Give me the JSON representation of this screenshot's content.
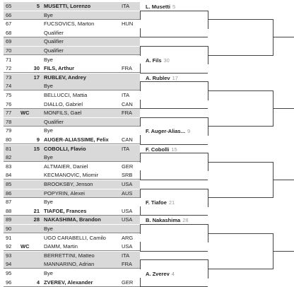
{
  "draw": [
    {
      "num": "65",
      "tag": "",
      "seed": "5",
      "name": "MUSETTI, Lorenzo",
      "ctry": "ITA",
      "seeded": true,
      "shade": true
    },
    {
      "num": "66",
      "tag": "",
      "seed": "",
      "name": "Bye",
      "ctry": "",
      "seeded": false,
      "shade": true
    },
    {
      "num": "67",
      "tag": "",
      "seed": "",
      "name": "FUCSOVICS, Marton",
      "ctry": "HUN",
      "seeded": false,
      "shade": false
    },
    {
      "num": "68",
      "tag": "",
      "seed": "",
      "name": "Qualifier",
      "ctry": "",
      "seeded": false,
      "shade": false
    },
    {
      "num": "69",
      "tag": "",
      "seed": "",
      "name": "Qualifier",
      "ctry": "",
      "seeded": false,
      "shade": true
    },
    {
      "num": "70",
      "tag": "",
      "seed": "",
      "name": "Qualifier",
      "ctry": "",
      "seeded": false,
      "shade": true
    },
    {
      "num": "71",
      "tag": "",
      "seed": "",
      "name": "Bye",
      "ctry": "",
      "seeded": false,
      "shade": false
    },
    {
      "num": "72",
      "tag": "",
      "seed": "30",
      "name": "FILS, Arthur",
      "ctry": "FRA",
      "seeded": true,
      "shade": false
    },
    {
      "num": "73",
      "tag": "",
      "seed": "17",
      "name": "RUBLEV, Andrey",
      "ctry": "",
      "seeded": true,
      "shade": true
    },
    {
      "num": "74",
      "tag": "",
      "seed": "",
      "name": "Bye",
      "ctry": "",
      "seeded": false,
      "shade": true
    },
    {
      "num": "75",
      "tag": "",
      "seed": "",
      "name": "BELLUCCI, Mattia",
      "ctry": "ITA",
      "seeded": false,
      "shade": false
    },
    {
      "num": "76",
      "tag": "",
      "seed": "",
      "name": "DIALLO, Gabriel",
      "ctry": "CAN",
      "seeded": false,
      "shade": false
    },
    {
      "num": "77",
      "tag": "WC",
      "seed": "",
      "name": "MONFILS, Gael",
      "ctry": "FRA",
      "seeded": false,
      "shade": true
    },
    {
      "num": "78",
      "tag": "",
      "seed": "",
      "name": "Qualifier",
      "ctry": "",
      "seeded": false,
      "shade": true
    },
    {
      "num": "79",
      "tag": "",
      "seed": "",
      "name": "Bye",
      "ctry": "",
      "seeded": false,
      "shade": false
    },
    {
      "num": "80",
      "tag": "",
      "seed": "9",
      "name": "AUGER-ALIASSIME, Felix",
      "ctry": "CAN",
      "seeded": true,
      "shade": false
    },
    {
      "num": "81",
      "tag": "",
      "seed": "15",
      "name": "COBOLLI, Flavio",
      "ctry": "ITA",
      "seeded": true,
      "shade": true
    },
    {
      "num": "82",
      "tag": "",
      "seed": "",
      "name": "Bye",
      "ctry": "",
      "seeded": false,
      "shade": true
    },
    {
      "num": "83",
      "tag": "",
      "seed": "",
      "name": "ALTMAIER, Daniel",
      "ctry": "GER",
      "seeded": false,
      "shade": false
    },
    {
      "num": "84",
      "tag": "",
      "seed": "",
      "name": "KECMANOVIC, Miomir",
      "ctry": "SRB",
      "seeded": false,
      "shade": false
    },
    {
      "num": "85",
      "tag": "",
      "seed": "",
      "name": "BROOKSBY, Jenson",
      "ctry": "USA",
      "seeded": false,
      "shade": true
    },
    {
      "num": "86",
      "tag": "",
      "seed": "",
      "name": "POPYRIN, Alexei",
      "ctry": "AUS",
      "seeded": false,
      "shade": true
    },
    {
      "num": "87",
      "tag": "",
      "seed": "",
      "name": "Bye",
      "ctry": "",
      "seeded": false,
      "shade": false
    },
    {
      "num": "88",
      "tag": "",
      "seed": "21",
      "name": "TIAFOE, Frances",
      "ctry": "USA",
      "seeded": true,
      "shade": false
    },
    {
      "num": "89",
      "tag": "",
      "seed": "28",
      "name": "NAKASHIMA, Brandon",
      "ctry": "USA",
      "seeded": true,
      "shade": true
    },
    {
      "num": "90",
      "tag": "",
      "seed": "",
      "name": "Bye",
      "ctry": "",
      "seeded": false,
      "shade": true
    },
    {
      "num": "91",
      "tag": "",
      "seed": "",
      "name": "UGO CARABELLI, Camilo",
      "ctry": "ARG",
      "seeded": false,
      "shade": false
    },
    {
      "num": "92",
      "tag": "WC",
      "seed": "",
      "name": "DAMM, Martin",
      "ctry": "USA",
      "seeded": false,
      "shade": false
    },
    {
      "num": "93",
      "tag": "",
      "seed": "",
      "name": "BERRETTINI, Matteo",
      "ctry": "ITA",
      "seeded": false,
      "shade": true
    },
    {
      "num": "94",
      "tag": "",
      "seed": "",
      "name": "MANNARINO, Adrian",
      "ctry": "FRA",
      "seeded": false,
      "shade": true
    },
    {
      "num": "95",
      "tag": "",
      "seed": "",
      "name": "Bye",
      "ctry": "",
      "seeded": false,
      "shade": false
    },
    {
      "num": "96",
      "tag": "",
      "seed": "4",
      "name": "ZVEREV, Alexander",
      "ctry": "GER",
      "seeded": true,
      "shade": false
    }
  ],
  "round2": [
    {
      "name": "L. Musetti",
      "seed": "5"
    },
    {
      "name": "",
      "seed": ""
    },
    {
      "name": "",
      "seed": ""
    },
    {
      "name": "A. Fils",
      "seed": "30"
    },
    {
      "name": "A. Rublev",
      "seed": "17"
    },
    {
      "name": "",
      "seed": ""
    },
    {
      "name": "",
      "seed": ""
    },
    {
      "name": "F. Auger-Alias...",
      "seed": "9"
    },
    {
      "name": "F. Cobolli",
      "seed": "15"
    },
    {
      "name": "",
      "seed": ""
    },
    {
      "name": "",
      "seed": ""
    },
    {
      "name": "F. Tiafoe",
      "seed": "21"
    },
    {
      "name": "B. Nakashima",
      "seed": "28"
    },
    {
      "name": "",
      "seed": ""
    },
    {
      "name": "",
      "seed": ""
    },
    {
      "name": "A. Zverev",
      "seed": "4"
    }
  ]
}
